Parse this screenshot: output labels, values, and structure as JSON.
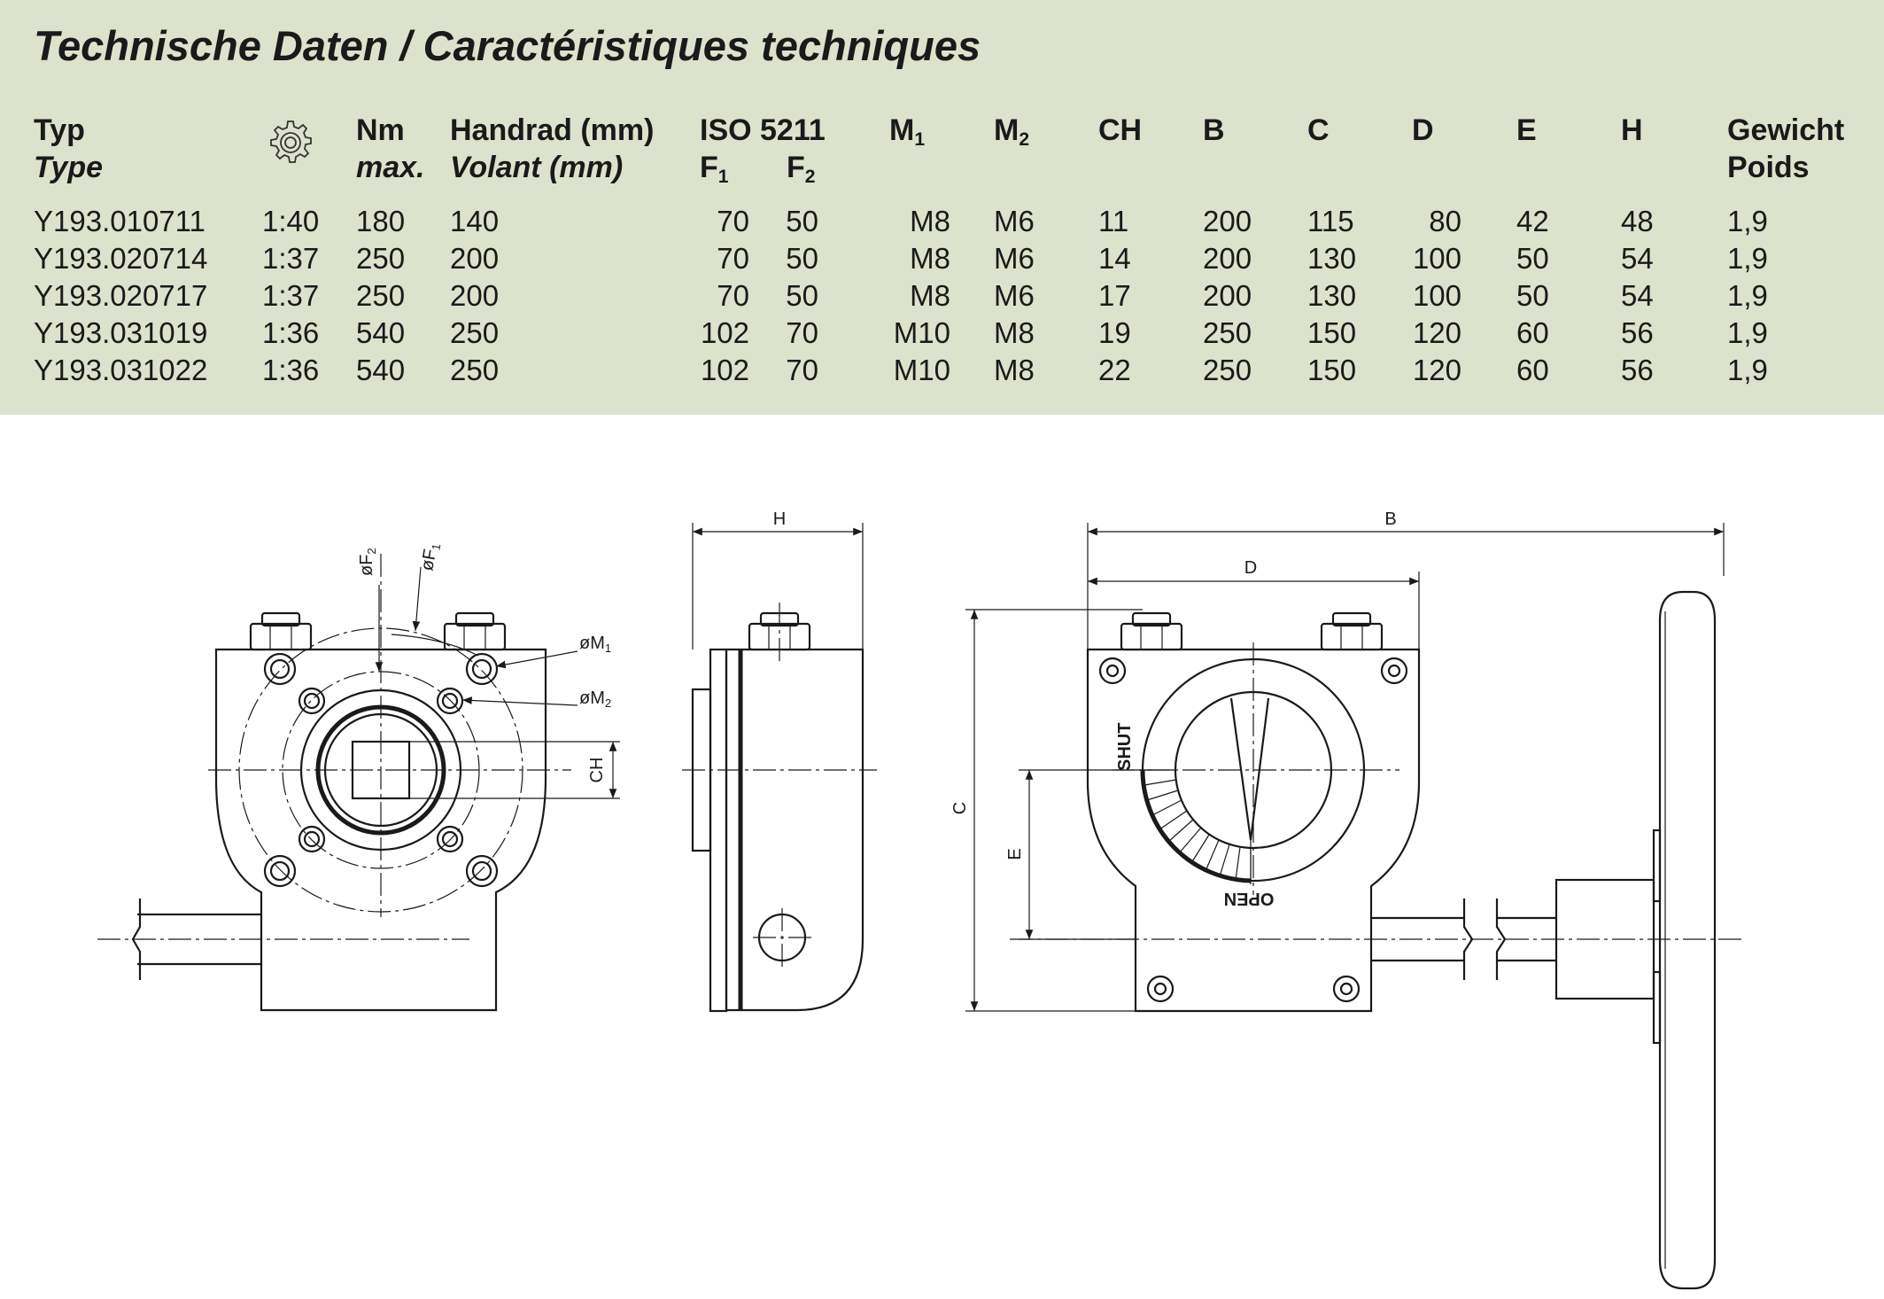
{
  "title": "Technische Daten / Caractéristiques techniques",
  "table": {
    "gear_icon": "gear-ratio-icon",
    "headers": {
      "typ_de": "Typ",
      "typ_fr": "Type",
      "nm_de": "Nm",
      "nm_fr": "max.",
      "handrad_de": "Handrad (mm)",
      "handrad_fr": "Volant (mm)",
      "iso": "ISO 5211",
      "f1": "F",
      "f1_sub": "1",
      "f2": "F",
      "f2_sub": "2",
      "m1": "M",
      "m1_sub": "1",
      "m2": "M",
      "m2_sub": "2",
      "ch": "CH",
      "b": "B",
      "c": "C",
      "d": "D",
      "e": "E",
      "h": "H",
      "gewicht": "Gewicht",
      "poids": "Poids"
    },
    "rows": [
      {
        "typ": "Y193.010711",
        "ratio": "1:40",
        "nm": "180",
        "handrad": "140",
        "f1": "70",
        "f2": "50",
        "m1": "M8",
        "m2": "M6",
        "ch": "11",
        "b": "200",
        "c": "115",
        "d": "80",
        "e": "42",
        "h": "48",
        "gewicht": "1,9"
      },
      {
        "typ": "Y193.020714",
        "ratio": "1:37",
        "nm": "250",
        "handrad": "200",
        "f1": "70",
        "f2": "50",
        "m1": "M8",
        "m2": "M6",
        "ch": "14",
        "b": "200",
        "c": "130",
        "d": "100",
        "e": "50",
        "h": "54",
        "gewicht": "1,9"
      },
      {
        "typ": "Y193.020717",
        "ratio": "1:37",
        "nm": "250",
        "handrad": "200",
        "f1": "70",
        "f2": "50",
        "m1": "M8",
        "m2": "M6",
        "ch": "17",
        "b": "200",
        "c": "130",
        "d": "100",
        "e": "50",
        "h": "54",
        "gewicht": "1,9"
      },
      {
        "typ": "Y193.031019",
        "ratio": "1:36",
        "nm": "540",
        "handrad": "250",
        "f1": "102",
        "f2": "70",
        "m1": "M10",
        "m2": "M8",
        "ch": "19",
        "b": "250",
        "c": "150",
        "d": "120",
        "e": "60",
        "h": "56",
        "gewicht": "1,9"
      },
      {
        "typ": "Y193.031022",
        "ratio": "1:36",
        "nm": "540",
        "handrad": "250",
        "f1": "102",
        "f2": "70",
        "m1": "M10",
        "m2": "M8",
        "ch": "22",
        "b": "250",
        "c": "150",
        "d": "120",
        "e": "60",
        "h": "56",
        "gewicht": "1,9"
      }
    ]
  },
  "drawings": {
    "front": {
      "phi_f2": "øF",
      "f2_sub": "2",
      "phi_f1": "øF",
      "f1_sub": "1",
      "phi_m1": "øM",
      "m1_sub": "1",
      "phi_m2": "øM",
      "m2_sub": "2",
      "ch": "CH"
    },
    "side": {
      "h": "H"
    },
    "right": {
      "b": "B",
      "d": "D",
      "c": "C",
      "e": "E",
      "shut": "SHUT",
      "open": "OPEN"
    }
  }
}
